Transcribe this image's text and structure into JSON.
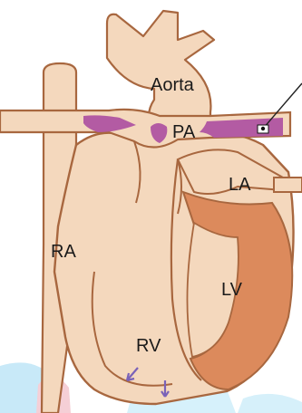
{
  "diagram": {
    "labels": {
      "aorta": "Aorta",
      "pa": "PA",
      "la": "LA",
      "ra": "RA",
      "lv": "LV",
      "rv": "RV"
    },
    "colors": {
      "wall": "#f4d8bd",
      "outline": "#a8673f",
      "myocardium": "#dc8a5c",
      "shunt": "#b35ba3",
      "arrow": "#7a62b8",
      "watermark_blue": "#bfe6f7",
      "watermark_pink": "#f4c7cf"
    },
    "icons": {
      "pointer": "pointer-line",
      "arrows": "flow-arrow-icon"
    }
  }
}
